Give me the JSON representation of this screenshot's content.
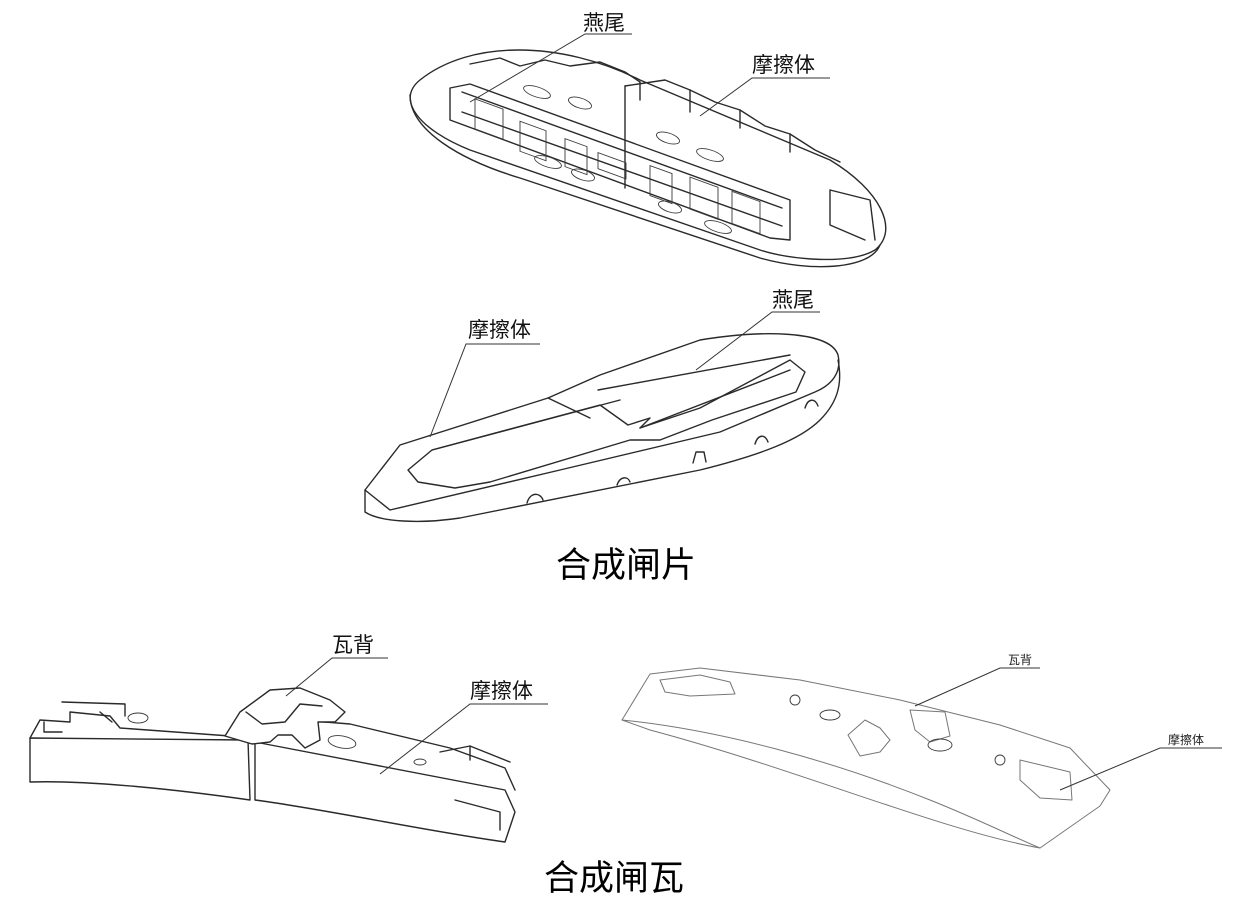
{
  "pad_top": {
    "label_dovetail": "燕尾",
    "label_friction": "摩擦体"
  },
  "pad_bottom": {
    "label_dovetail": "燕尾",
    "label_friction": "摩擦体"
  },
  "caption_pad": "合成闸片",
  "shoe_left": {
    "label_back": "瓦背",
    "label_friction": "摩擦体"
  },
  "shoe_right": {
    "label_back": "瓦背",
    "label_friction": "摩擦体"
  },
  "caption_shoe": "合成闸瓦"
}
